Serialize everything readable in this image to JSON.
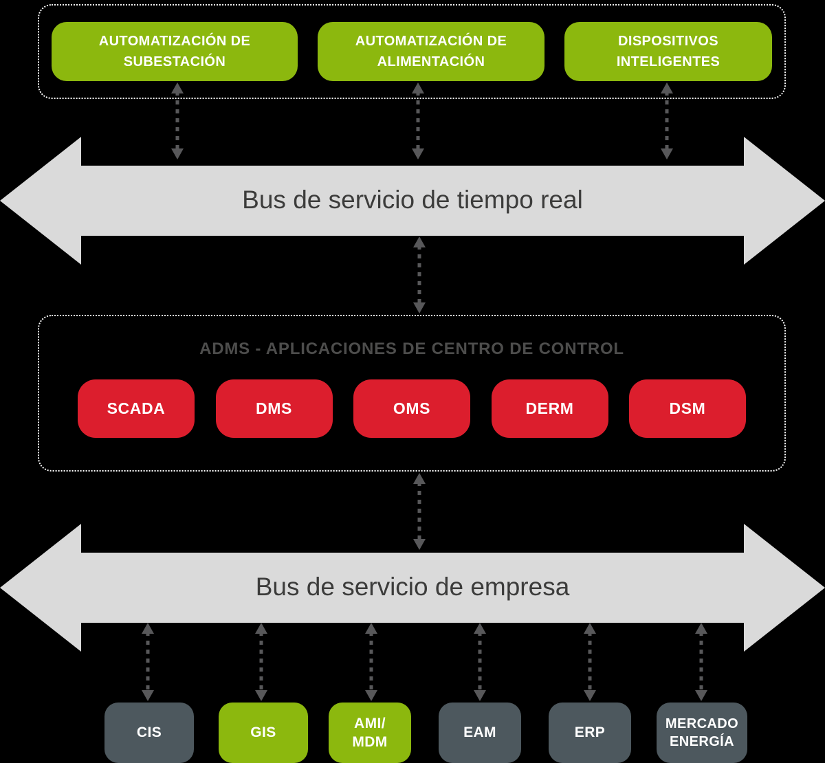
{
  "diagram": {
    "colors": {
      "background": "#000000",
      "green": "#8CB80E",
      "red": "#DC1E2D",
      "dark": "#4D585E",
      "bus_fill": "#DADADA",
      "bus_text": "#3C3C3B",
      "arrow": "#58585A",
      "panel_border": "#FFFFFF",
      "adms_title": "#4D4D4C"
    },
    "top_devices": [
      {
        "line1": "AUTOMATIZACIÓN DE",
        "line2": "SUBESTACIÓN"
      },
      {
        "line1": "AUTOMATIZACIÓN DE",
        "line2": "ALIMENTACIÓN"
      },
      {
        "line1": "DISPOSITIVOS",
        "line2": "INTELIGENTES"
      }
    ],
    "bus_realtime": {
      "label": "Bus de servicio de tiempo real"
    },
    "adms": {
      "title": "ADMS - APLICACIONES DE CENTRO DE CONTROL",
      "apps": [
        "SCADA",
        "DMS",
        "OMS",
        "DERM",
        "DSM"
      ]
    },
    "bus_enterprise": {
      "label": "Bus de servicio de empresa"
    },
    "enterprise_systems": [
      {
        "line1": "CIS",
        "line2": ""
      },
      {
        "line1": "GIS",
        "line2": ""
      },
      {
        "line1": "AMI/",
        "line2": "MDM"
      },
      {
        "line1": "EAM",
        "line2": ""
      },
      {
        "line1": "ERP",
        "line2": ""
      },
      {
        "line1": "MERCADO",
        "line2": "ENERGÍA"
      }
    ]
  }
}
